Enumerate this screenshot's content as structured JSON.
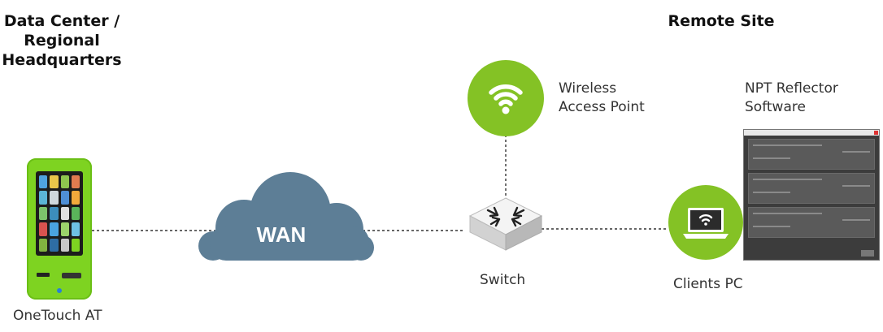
{
  "zones": {
    "left_title": [
      "Data Center /",
      "Regional",
      "Headquarters"
    ],
    "right_title": "Remote Site"
  },
  "nodes": {
    "onetouch": {
      "label": "OneTouch AT"
    },
    "wan": {
      "label": "WAN"
    },
    "switch": {
      "label": "Switch"
    },
    "access_point": {
      "label": [
        "Wireless",
        "Access Point"
      ]
    },
    "reflector": {
      "label": [
        "NPT Reflector",
        "Software"
      ]
    },
    "client": {
      "label": "Clients PC"
    }
  },
  "colors": {
    "accent_green": "#84c225",
    "device_green": "#7ed321",
    "cloud": "#5d7e96",
    "link": "#333333"
  },
  "icons": {
    "access_point": "wifi-icon",
    "client": "laptop-wifi-icon",
    "switch": "network-switch-icon"
  }
}
